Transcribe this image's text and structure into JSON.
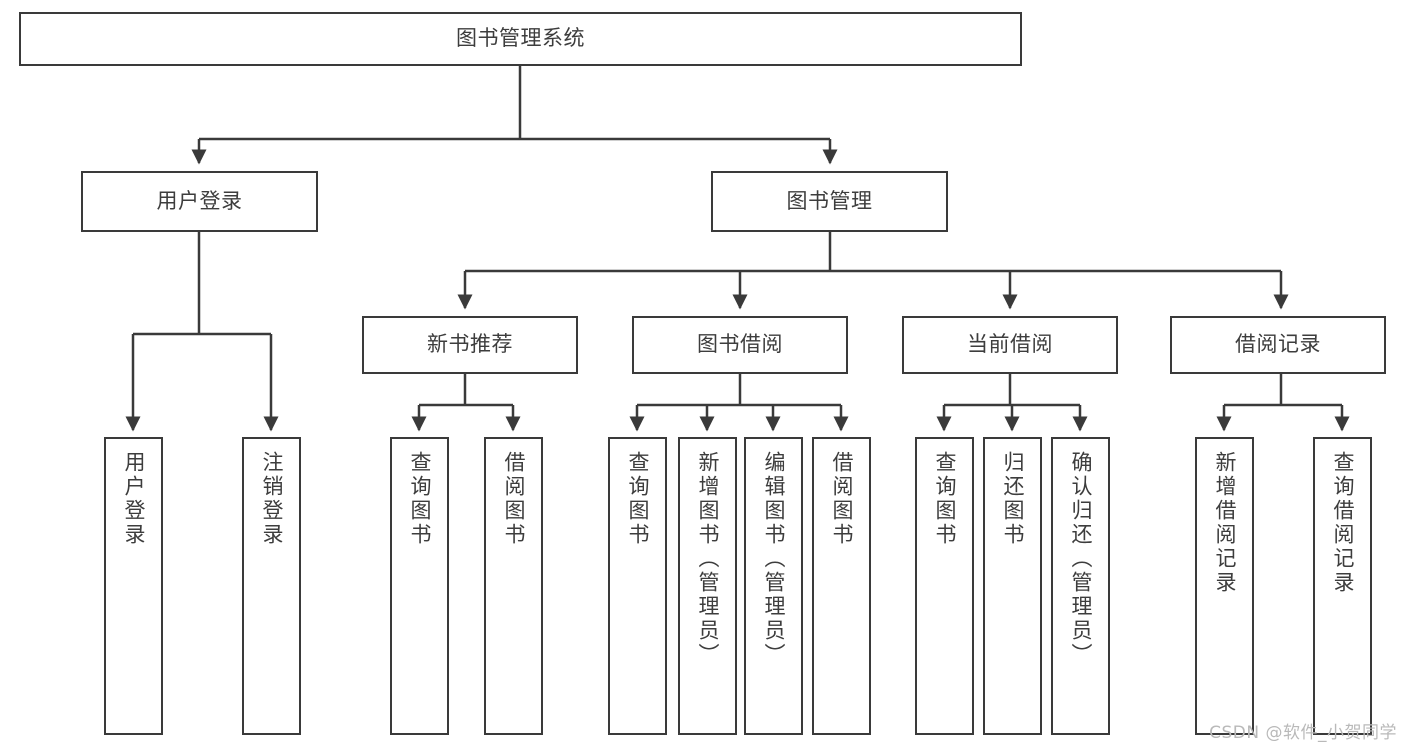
{
  "diagram": {
    "type": "tree",
    "title": "图书管理系统",
    "watermark": "CSDN @软件_小贺同学",
    "root": {
      "id": "root",
      "label": "图书管理系统"
    },
    "level2": [
      {
        "id": "user-login",
        "label": "用户登录"
      },
      {
        "id": "book-manage",
        "label": "图书管理"
      }
    ],
    "level3": [
      {
        "id": "new-book-rec",
        "label": "新书推荐",
        "parent": "book-manage"
      },
      {
        "id": "book-borrow",
        "label": "图书借阅",
        "parent": "book-manage"
      },
      {
        "id": "current-borrow",
        "label": "当前借阅",
        "parent": "book-manage"
      },
      {
        "id": "borrow-record",
        "label": "借阅记录",
        "parent": "book-manage"
      }
    ],
    "leaves": {
      "user_login": [
        {
          "id": "leaf-user-login",
          "label": "用户登录"
        },
        {
          "id": "leaf-user-logout",
          "label": "注销登录"
        }
      ],
      "new_book_rec": [
        {
          "id": "leaf-query-book-1",
          "label": "查询图书"
        },
        {
          "id": "leaf-borrow-book-1",
          "label": "借阅图书"
        }
      ],
      "book_borrow": [
        {
          "id": "leaf-query-book-2",
          "label": "查询图书"
        },
        {
          "id": "leaf-add-book",
          "label": "新增图书（管理员）"
        },
        {
          "id": "leaf-edit-book",
          "label": "编辑图书（管理员）"
        },
        {
          "id": "leaf-borrow-book-2",
          "label": "借阅图书"
        }
      ],
      "current_borrow": [
        {
          "id": "leaf-query-book-3",
          "label": "查询图书"
        },
        {
          "id": "leaf-return-book",
          "label": "归还图书"
        },
        {
          "id": "leaf-confirm-return",
          "label": "确认归还（管理员）"
        }
      ],
      "borrow_record": [
        {
          "id": "leaf-add-record",
          "label": "新增借阅记录"
        },
        {
          "id": "leaf-query-record",
          "label": "查询借阅记录"
        }
      ]
    },
    "colors": {
      "stroke": "#3a3a3a",
      "text": "#3d3d3d",
      "background": "#ffffff",
      "watermark": "#b9b9b9"
    }
  }
}
